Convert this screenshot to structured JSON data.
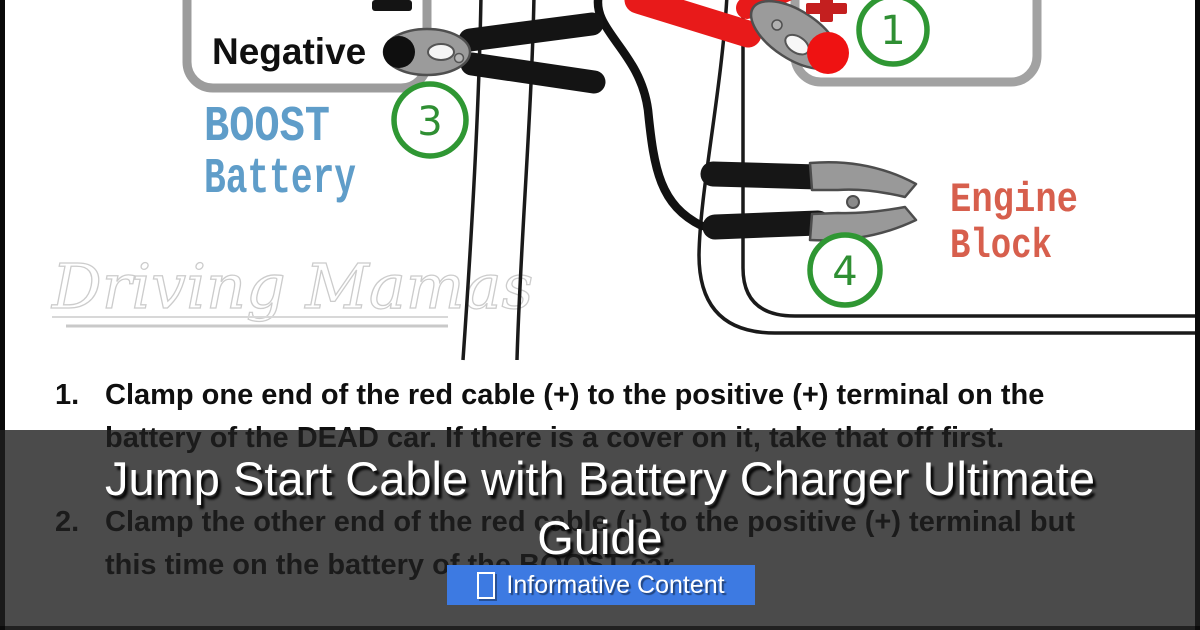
{
  "diagram": {
    "boost_battery_box_label": "Negative",
    "minus_symbol": "−",
    "plus_symbol": "+",
    "boost_label_lines": [
      "BOOST",
      "Battery"
    ],
    "engine_block_label_lines": [
      "Engine",
      "Block"
    ],
    "step_markers": [
      {
        "number": "1",
        "location": "positive terminal of dead battery"
      },
      {
        "number": "3",
        "location": "negative terminal of boost battery"
      },
      {
        "number": "4",
        "location": "engine block"
      }
    ],
    "watermark": "Driving Mamas",
    "colors": {
      "step_circle_green": "#2f9733",
      "boost_text_blue": "#5f9dc9",
      "engine_text_red": "#d75f4d",
      "clamp_red": "#e81a1a",
      "terminal_plus_red": "#c41f1f",
      "battery_border_gray": "#9c9c9c"
    }
  },
  "instructions": {
    "items": [
      {
        "number": "1.",
        "lines": [
          "Clamp one end of the red cable (+) to the positive (+) terminal on the",
          "battery of the DEAD car. If there is a cover on it, take that off first."
        ]
      },
      {
        "number": "2.",
        "lines": [
          "Clamp the other end of the red cable (+) to the positive (+) terminal but",
          "this time on the battery of the BOOST car."
        ]
      }
    ]
  },
  "overlay": {
    "title": "Jump Start Cable with Battery Charger Ultimate Guide",
    "title_lines": [
      "Jump Start Cable with Battery Charger Ultimate",
      "Guide"
    ],
    "badge": {
      "icon_glyph": "☐",
      "label": "Informative Content",
      "background_color": "#3d7ae2"
    }
  }
}
